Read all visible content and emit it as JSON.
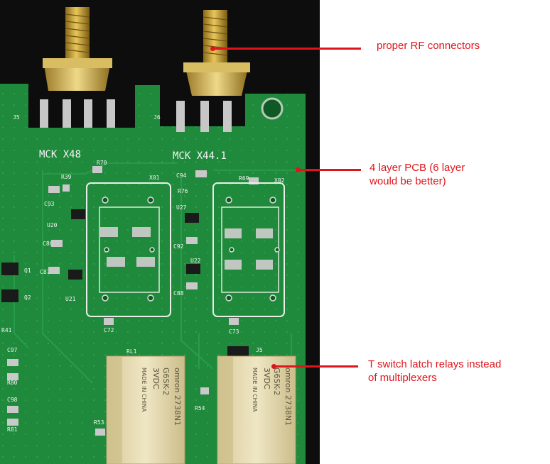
{
  "annotations": {
    "rf_connectors": "proper RF connectors",
    "pcb_layers": "4 layer PCB (6 layer\nwould be better)",
    "relays": "T switch latch relays instead\nof multiplexers"
  },
  "board_silkscreen": {
    "header_left": "MCK X48",
    "header_right": "MCK X44.1",
    "connector_left": "J5",
    "connector_right": "J6",
    "module_left": "X01",
    "module_right": "X02",
    "relay_label_left": "RL1",
    "relay_label_right": "J5",
    "components": [
      "R70",
      "R39",
      "C93",
      "U20",
      "C86",
      "C87",
      "U21",
      "C94",
      "R76",
      "U27",
      "C92",
      "U22",
      "C88",
      "R69",
      "C72",
      "C73",
      "R41",
      "Q1",
      "Q2",
      "C97",
      "R80",
      "C98",
      "R81",
      "R53",
      "R54"
    ]
  },
  "relay_text": {
    "brand": "omron 2738N1",
    "model": "G6SK-2",
    "voltage": "3VDC",
    "origin": "MADE IN CHINA"
  },
  "colors": {
    "annotation": "#e0141b",
    "pcb_green": "#1f8a3c",
    "background_dark": "#0d0d0d",
    "gold": "#c9a33a",
    "relay_body": "#eadfb6",
    "silkscreen": "#f4f4f4"
  }
}
